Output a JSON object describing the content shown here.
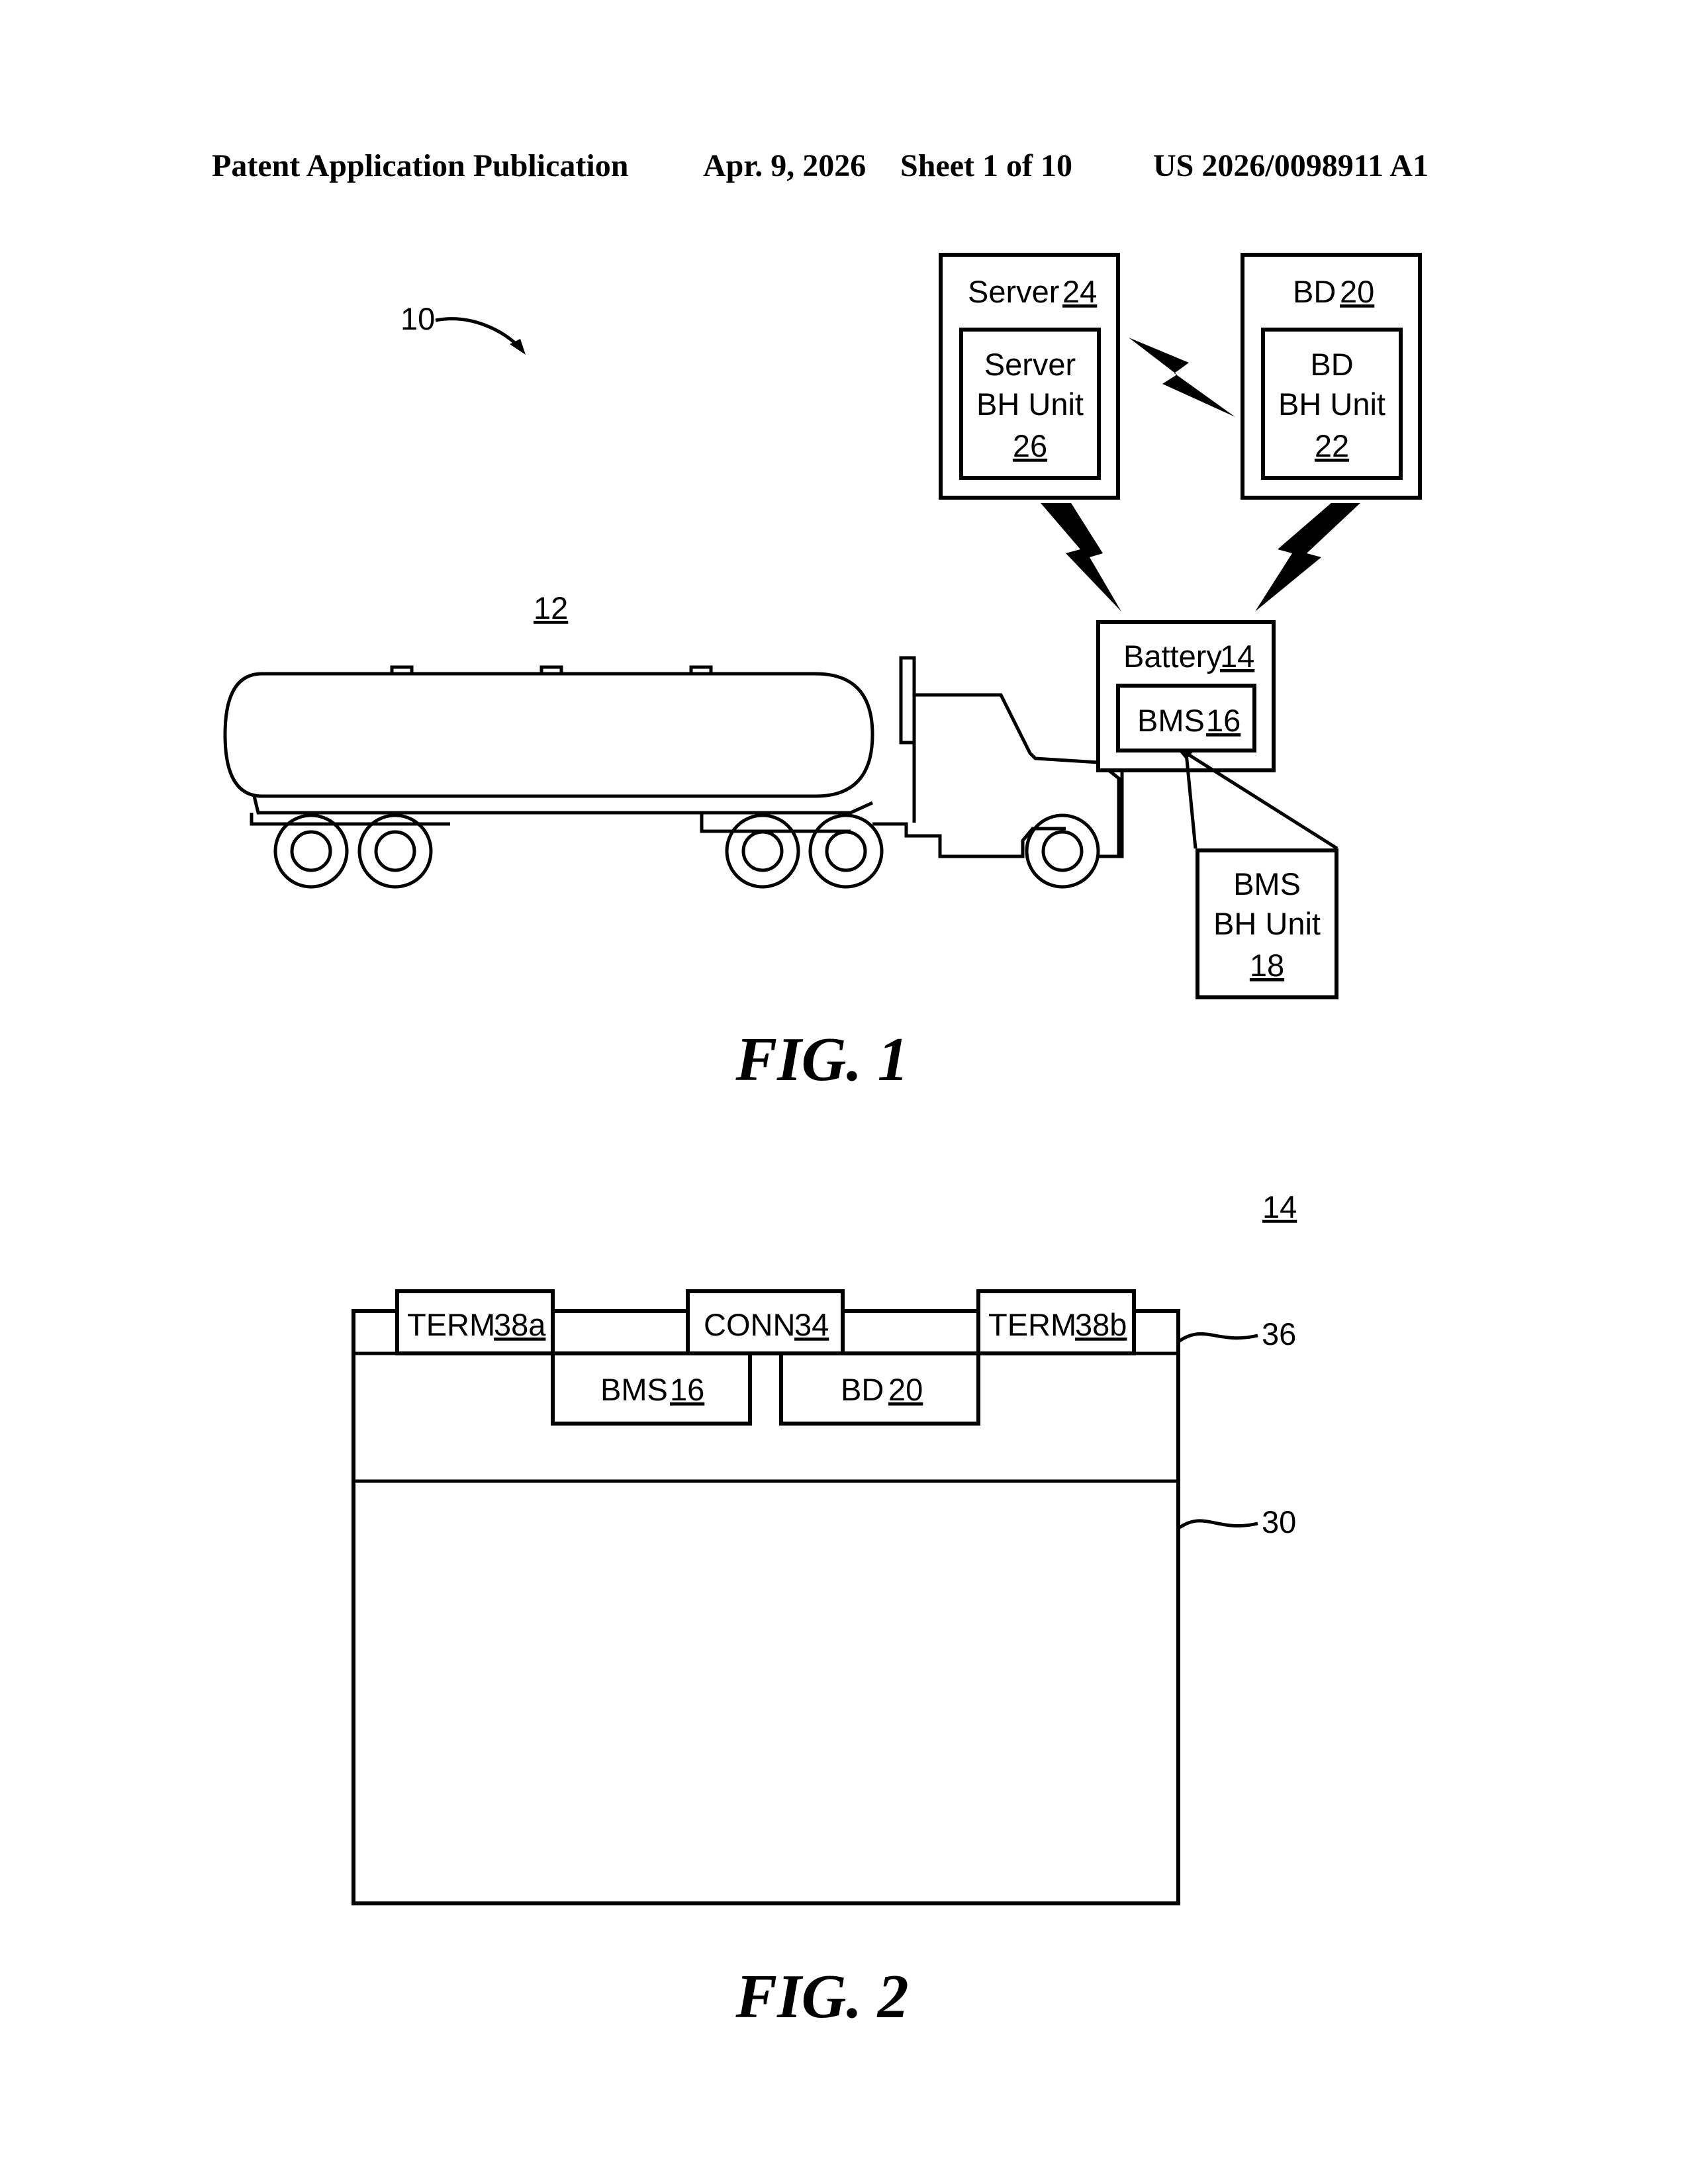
{
  "header": {
    "left": "Patent Application Publication",
    "date": "Apr. 9, 2026",
    "sheet": "Sheet 1 of 10",
    "pub_number": "US 2026/0098911 A1"
  },
  "fig1": {
    "caption": "FIG. 1",
    "system_ref": "10",
    "vehicle_ref": "12",
    "server": {
      "label": "Server",
      "ref": "24"
    },
    "server_bh_unit": {
      "line1": "Server",
      "line2": "BH Unit",
      "ref": "26"
    },
    "bd": {
      "label": "BD",
      "ref": "20"
    },
    "bd_bh_unit": {
      "line1": "BD",
      "line2": "BH Unit",
      "ref": "22"
    },
    "battery": {
      "label": "Battery",
      "ref": "14"
    },
    "bms": {
      "label": "BMS",
      "ref": "16"
    },
    "bms_bh_unit": {
      "line1": "BMS",
      "line2": "BH Unit",
      "ref": "18"
    }
  },
  "fig2": {
    "caption": "FIG. 2",
    "battery_ref": "14",
    "term_a": {
      "label": "TERM",
      "ref": "38a"
    },
    "conn": {
      "label": "CONN",
      "ref": "34"
    },
    "term_b": {
      "label": "TERM",
      "ref": "38b"
    },
    "bms": {
      "label": "BMS",
      "ref": "16"
    },
    "bd": {
      "label": "BD",
      "ref": "20"
    },
    "lid_ref": "36",
    "housing_ref": "30"
  }
}
